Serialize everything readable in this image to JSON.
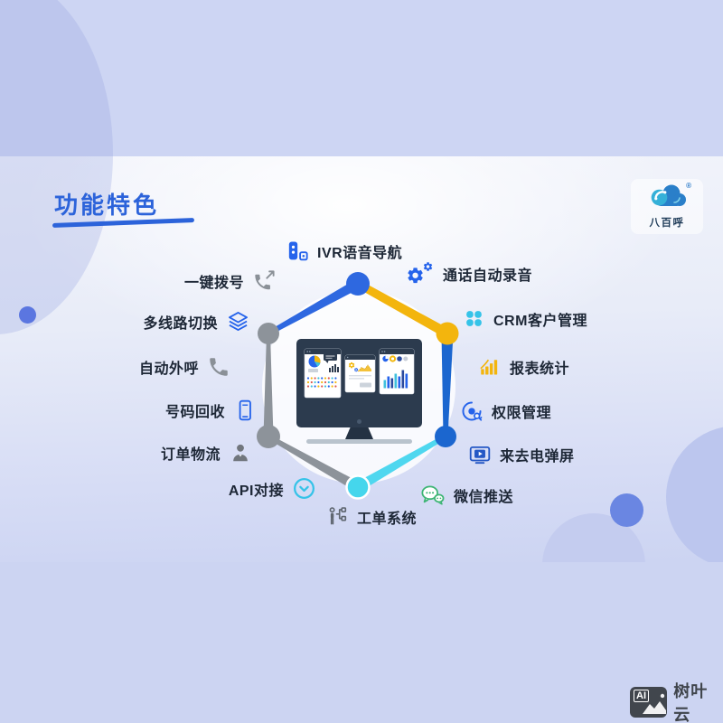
{
  "header": {
    "title": "功能特色"
  },
  "logo": {
    "brand": "八百呼",
    "registered_mark": "®",
    "icon": "cloud-phone-icon"
  },
  "watermark": {
    "icon_text": "AI",
    "brand": "树叶云"
  },
  "diagram": {
    "center": {
      "device": "desktop-monitor",
      "screens_shown": 3
    },
    "features": [
      {
        "label": "IVR语音导航",
        "icon": "ivr-menu-icon",
        "side": "top-left"
      },
      {
        "label": "一键拨号",
        "icon": "phone-dial-icon",
        "side": "left"
      },
      {
        "label": "多线路切换",
        "icon": "layers-icon",
        "side": "left"
      },
      {
        "label": "自动外呼",
        "icon": "phone-outbound-icon",
        "side": "left"
      },
      {
        "label": "号码回收",
        "icon": "mobile-phone-icon",
        "side": "left"
      },
      {
        "label": "订单物流",
        "icon": "person-icon",
        "side": "left"
      },
      {
        "label": "API对接",
        "icon": "api-chevron-icon",
        "side": "bottom-left"
      },
      {
        "label": "工单系统",
        "icon": "workorder-icon",
        "side": "bottom"
      },
      {
        "label": "通话自动录音",
        "icon": "gears-icon",
        "side": "top-right"
      },
      {
        "label": "CRM客户管理",
        "icon": "crm-clover-icon",
        "side": "right"
      },
      {
        "label": "报表统计",
        "icon": "report-bars-icon",
        "side": "right"
      },
      {
        "label": "权限管理",
        "icon": "permission-key-icon",
        "side": "right"
      },
      {
        "label": "来去电弹屏",
        "icon": "screen-popup-icon",
        "side": "right"
      },
      {
        "label": "微信推送",
        "icon": "wechat-icon",
        "side": "bottom-right"
      }
    ],
    "colors": {
      "blue": "#2e68e0",
      "yellow": "#f3b50d",
      "dark_blue": "#1b66cf",
      "cyan": "#45d6ec",
      "gray": "#8d939a",
      "green": "#3eb575",
      "title_accent": "#2c63da"
    }
  }
}
